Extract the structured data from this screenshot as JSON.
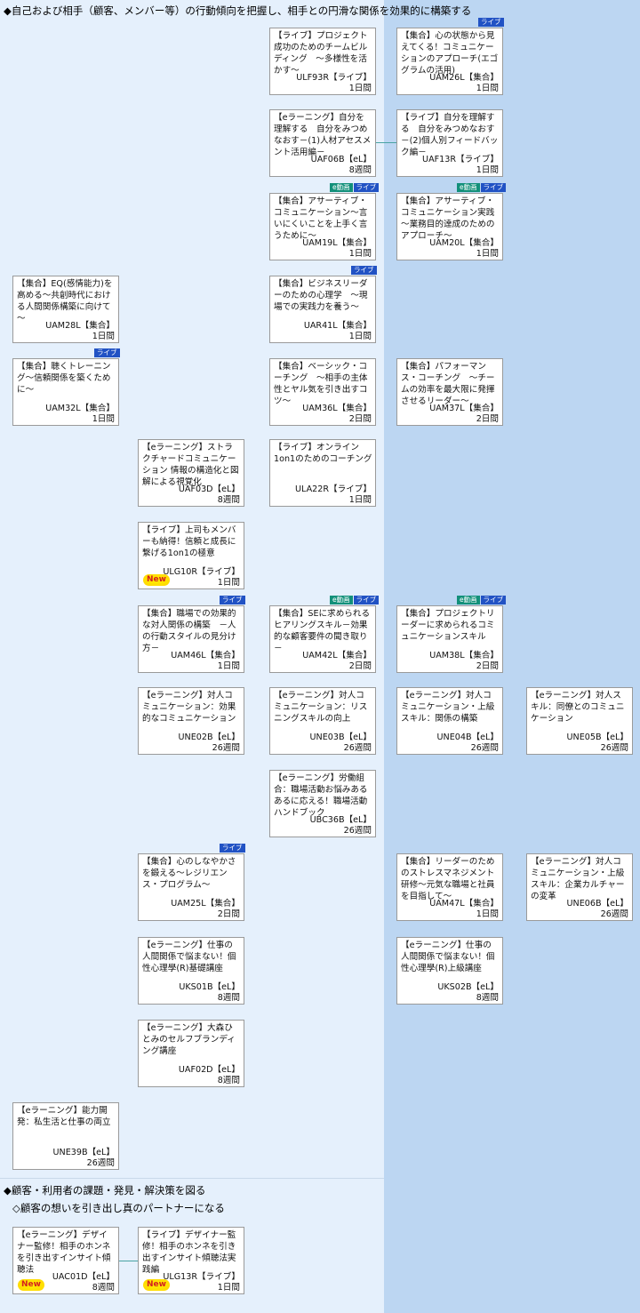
{
  "section1": {
    "title": "◆自己および相手（顧客、メンバー等）の行動傾向を把握し、相手との円滑な関係を効果的に構築する"
  },
  "section2": {
    "title": "◆顧客・利用者の課題・発見・解決策を図る",
    "subtitle": "◇顧客の想いを引き出し真のパートナーになる"
  },
  "badge_labels": {
    "live": "ライブ",
    "edouga": "e動画"
  },
  "new_label": "New",
  "courses": [
    {
      "title": "【ライブ】プロジェクト成功のためのチームビルディング　～多様性を活かす～",
      "code": "ULF93R【ライブ】",
      "duration": "1日間"
    },
    {
      "title": "【集合】心の状態から見えてくる！コミュニケーションのアプローチ(エゴグラムの活用)",
      "code": "UAM26L【集合】",
      "duration": "1日間"
    },
    {
      "title": "【eラーニング】自分を理解する　自分をみつめなおす－(1)人材アセスメント活用編－",
      "code": "UAF06B【eL】",
      "duration": "8週間"
    },
    {
      "title": "【ライブ】自分を理解する　自分をみつめなおす－(2)個人別フィードバック編－",
      "code": "UAF13R【ライブ】",
      "duration": "1日間"
    },
    {
      "title": "【集合】アサーティブ・コミュニケーション～言いにくいことを上手く言うために～",
      "code": "UAM19L【集合】",
      "duration": "1日間"
    },
    {
      "title": "【集合】アサーティブ・コミュニケーション実践～業務目的達成のためのアプローチ～",
      "code": "UAM20L【集合】",
      "duration": "1日間"
    },
    {
      "title": "【集合】EQ(感情能力)を高める～共創時代における人間関係構築に向けて～",
      "code": "UAM28L【集合】",
      "duration": "1日間"
    },
    {
      "title": "【集合】ビジネスリーダーのための心理学　～現場での実践力を養う～",
      "code": "UAR41L【集合】",
      "duration": "1日間"
    },
    {
      "title": "【集合】聴くトレーニング～信頼関係を築くために～",
      "code": "UAM32L【集合】",
      "duration": "1日間"
    },
    {
      "title": "【集合】ベーシック・コーチング　～相手の主体性とヤル気を引き出すコツ～",
      "code": "UAM36L【集合】",
      "duration": "2日間"
    },
    {
      "title": "【集合】パフォーマンス・コーチング　～チームの効率を最大限に発揮させるリーダー～",
      "code": "UAM37L【集合】",
      "duration": "2日間"
    },
    {
      "title": "【eラーニング】ストラクチャードコミュニケーション 情報の構造化と図解による視覚化",
      "code": "UAF03D【eL】",
      "duration": "8週間"
    },
    {
      "title": "【ライブ】オンライン1on1のためのコーチング",
      "code": "ULA22R【ライブ】",
      "duration": "1日間"
    },
    {
      "title": "【ライブ】上司もメンバーも納得！信頼と成長に繋げる1on1の極意",
      "code": "ULG10R【ライブ】",
      "duration": "1日間"
    },
    {
      "title": "【集合】職場での効果的な対人関係の構築　－人の行動スタイルの見分け方－",
      "code": "UAM46L【集合】",
      "duration": "1日間"
    },
    {
      "title": "【集合】SEに求められるヒアリングスキル－効果的な顧客要件の聞き取り－",
      "code": "UAM42L【集合】",
      "duration": "2日間"
    },
    {
      "title": "【集合】プロジェクトリーダーに求められるコミュニケーションスキル",
      "code": "UAM38L【集合】",
      "duration": "2日間"
    },
    {
      "title": "【eラーニング】対人コミュニケーション：効果的なコミュニケーション",
      "code": "UNE02B【eL】",
      "duration": "26週間"
    },
    {
      "title": "【eラーニング】対人コミュニケーション：リスニングスキルの向上",
      "code": "UNE03B【eL】",
      "duration": "26週間"
    },
    {
      "title": "【eラーニング】対人コミュニケーション・上級スキル：関係の構築",
      "code": "UNE04B【eL】",
      "duration": "26週間"
    },
    {
      "title": "【eラーニング】対人スキル：同僚とのコミュニケーション",
      "code": "UNE05B【eL】",
      "duration": "26週間"
    },
    {
      "title": "【eラーニング】労働組合：職場活動お悩みあるあるに応える！職場活動ハンドブック",
      "code": "UBC36B【eL】",
      "duration": "26週間"
    },
    {
      "title": "【集合】心のしなやかさを鍛える～レジリエンス・プログラム～",
      "code": "UAM25L【集合】",
      "duration": "2日間"
    },
    {
      "title": "【集合】リーダーのためのストレスマネジメント研修～元気な職場と社員を目指して～",
      "code": "UAM47L【集合】",
      "duration": "1日間"
    },
    {
      "title": "【eラーニング】対人コミュニケーション・上級スキル：企業カルチャーの変革",
      "code": "UNE06B【eL】",
      "duration": "26週間"
    },
    {
      "title": "【eラーニング】仕事の人間関係で悩まない！個性心理學(R)基礎講座",
      "code": "UKS01B【eL】",
      "duration": "8週間"
    },
    {
      "title": "【eラーニング】仕事の人間関係で悩まない！個性心理學(R)上級講座",
      "code": "UKS02B【eL】",
      "duration": "8週間"
    },
    {
      "title": "【eラーニング】大森ひとみのセルフブランディング講座",
      "code": "UAF02D【eL】",
      "duration": "8週間"
    },
    {
      "title": "【eラーニング】能力開発：私生活と仕事の両立",
      "code": "UNE39B【eL】",
      "duration": "26週間"
    },
    {
      "title": "【eラーニング】デザイナー監修！相手のホンネを引き出すインサイト傾聴法",
      "code": "UAC01D【eL】",
      "duration": "8週間"
    },
    {
      "title": "【ライブ】デザイナー監修！相手のホンネを引き出すインサイト傾聴法実践編",
      "code": "ULG13R【ライブ】",
      "duration": "1日間"
    }
  ]
}
